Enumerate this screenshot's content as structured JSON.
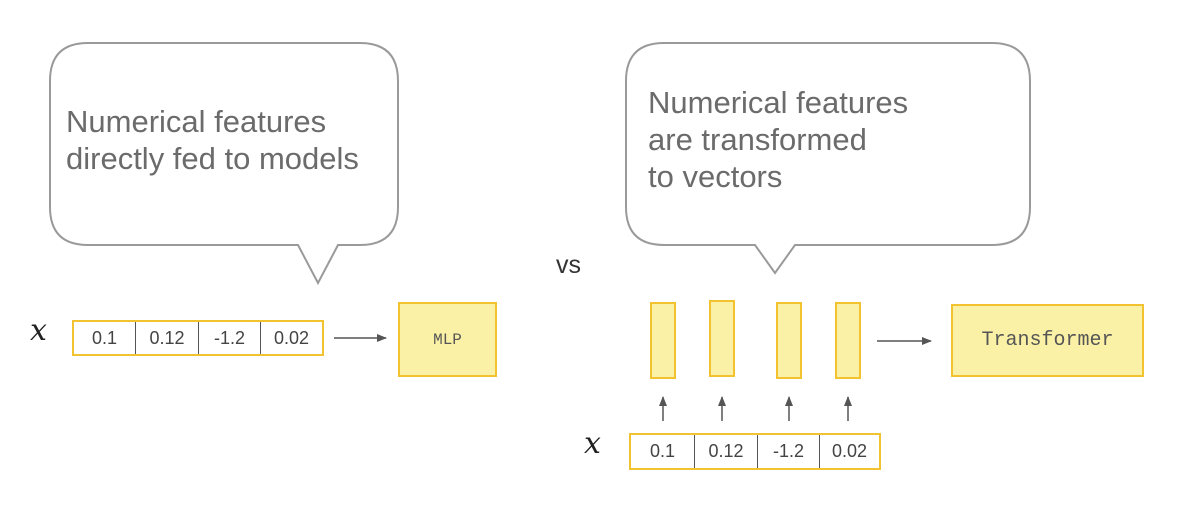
{
  "left": {
    "bubble_lines": [
      "Numerical features",
      "directly fed to models"
    ],
    "variable": "x",
    "values": [
      "0.1",
      "0.12",
      "-1.2",
      "0.02"
    ],
    "model": "MLP"
  },
  "separator": "vs",
  "right": {
    "bubble_lines": [
      "Numerical features",
      "are transformed",
      "to vectors"
    ],
    "variable": "x",
    "values": [
      "0.1",
      "0.12",
      "-1.2",
      "0.02"
    ],
    "vector_count": 4,
    "model": "Transformer"
  },
  "colors": {
    "box_fill": "#fbf1a6",
    "box_border": "#f2c230",
    "bubble_border": "#9a9a9a",
    "text_gray": "#6b6b6b"
  }
}
